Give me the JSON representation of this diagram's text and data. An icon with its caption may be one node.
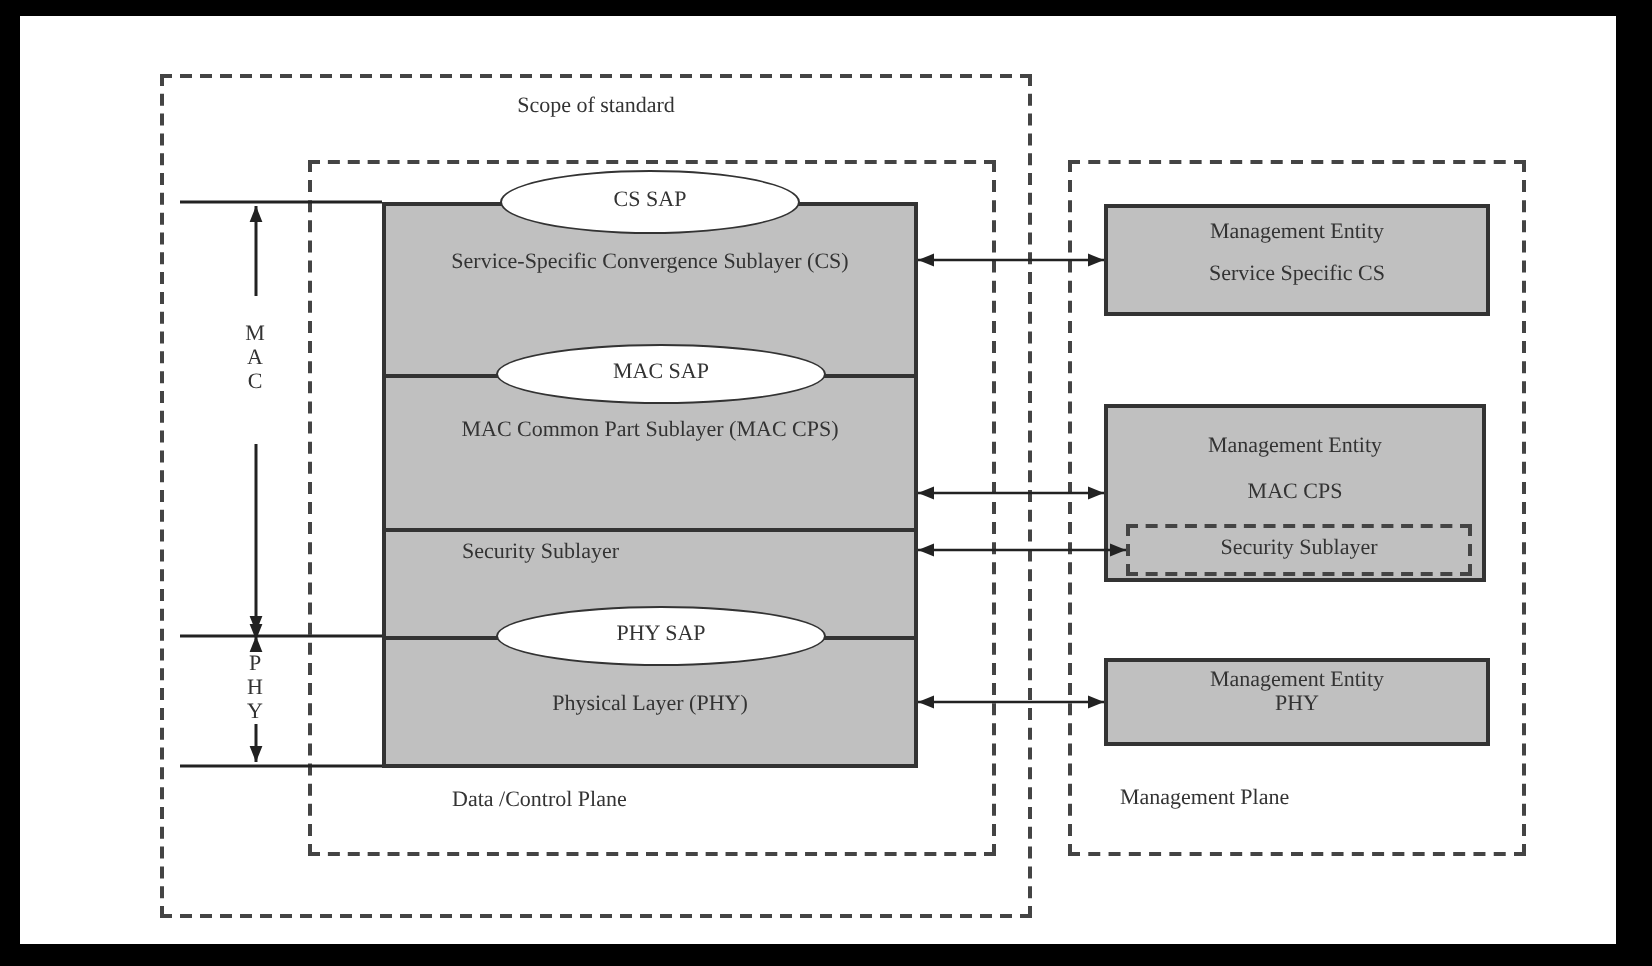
{
  "diagram": {
    "nodes": [
      {
        "text": [
          "Scope of standard"
        ]
      },
      {
        "text": [
          "Data /Control Plane"
        ],
        "in": 0
      },
      {
        "text": [
          "CS SAP"
        ],
        "in": 3
      },
      {
        "text": [
          "Service-Specific Convergence Sublayer (CS)"
        ],
        "in": 1
      },
      {
        "text": [
          "MAC SAP"
        ],
        "in": 5
      },
      {
        "text": [
          "MAC Common Part Sublayer (MAC CPS)"
        ],
        "in": 1
      },
      {
        "text": [
          "Security Sublayer"
        ],
        "in": 1
      },
      {
        "text": [
          "PHY SAP"
        ],
        "in": 8
      },
      {
        "text": [
          "Physical  Layer (PHY)"
        ],
        "in": 1
      },
      {
        "text": [
          "Management  Plane"
        ]
      },
      {
        "text": [
          "Management Entity",
          "Service Specific CS"
        ],
        "in": 9
      },
      {
        "text": [
          "Management Entity",
          "MAC CPS"
        ],
        "in": 9
      },
      {
        "text": [
          "Security Sublayer"
        ],
        "in": 11
      },
      {
        "text": [
          "Management Entity",
          "PHY"
        ],
        "in": 9
      }
    ],
    "edges": [
      {
        "from": 3,
        "to": 10,
        "arrow": "both"
      },
      {
        "from": 5,
        "to": 11,
        "arrow": "both"
      },
      {
        "from": 6,
        "to": 12,
        "arrow": "both"
      },
      {
        "from": 8,
        "to": 13,
        "arrow": "both"
      }
    ],
    "labels": [
      "MAC",
      "PHY"
    ]
  }
}
